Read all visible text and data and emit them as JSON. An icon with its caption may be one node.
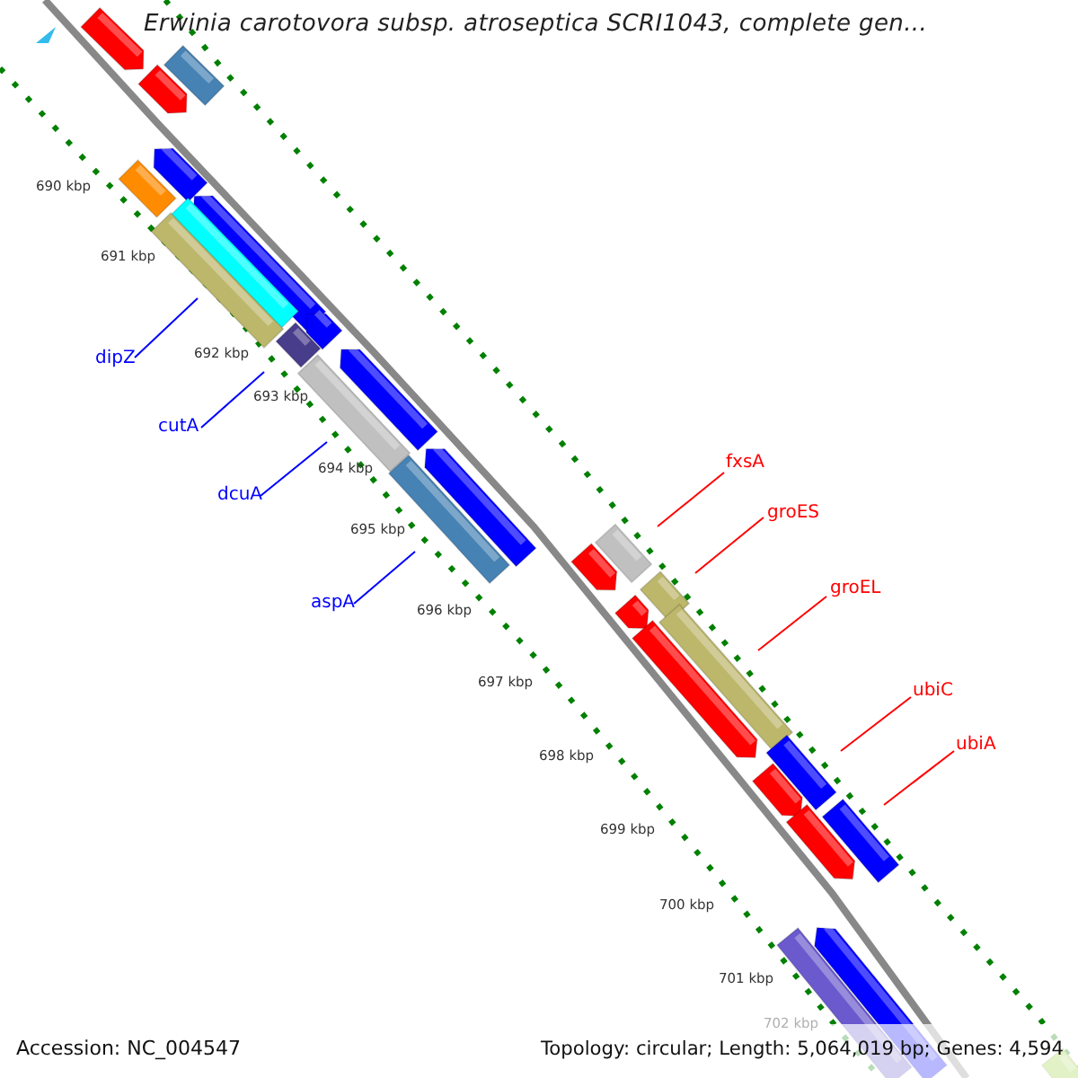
{
  "diagram": {
    "title": "Erwinia carotovora subsp. atroseptica SCRI1043, complete gen...",
    "nodes": [
      {
        "text": [
          "dipZ"
        ]
      },
      {
        "text": [
          "cutA"
        ]
      },
      {
        "text": [
          "dcuA"
        ]
      },
      {
        "text": [
          "aspA"
        ]
      },
      {
        "text": [
          "fxsA"
        ]
      },
      {
        "text": [
          "groES"
        ]
      },
      {
        "text": [
          "groEL"
        ]
      },
      {
        "text": [
          "ubiC"
        ]
      },
      {
        "text": [
          "ubiA"
        ]
      }
    ],
    "edges": [
      {
        "from": 0,
        "to": null,
        "arrow": "none",
        "color": "#0000ff"
      },
      {
        "from": 1,
        "to": null,
        "arrow": "none",
        "color": "#0000ff"
      },
      {
        "from": 2,
        "to": null,
        "arrow": "none",
        "color": "#0000ff"
      },
      {
        "from": 3,
        "to": null,
        "arrow": "none",
        "color": "#0000ff"
      },
      {
        "from": 4,
        "to": null,
        "arrow": "none"
      },
      {
        "from": 5,
        "to": null,
        "arrow": "none"
      },
      {
        "from": 6,
        "to": null,
        "arrow": "none"
      },
      {
        "from": 7,
        "to": null,
        "arrow": "none"
      },
      {
        "from": 8,
        "to": null,
        "arrow": "none"
      }
    ],
    "labels": [
      "690 kbp",
      "691 kbp",
      "692 kbp",
      "693 kbp",
      "694 kbp",
      "695 kbp",
      "696 kbp",
      "697 kbp",
      "698 kbp",
      "699 kbp",
      "700 kbp",
      "701 kbp",
      "702 kbp",
      "Accession: NC_004547",
      "Topology: circular; Length: 5,064,019 bp; Genes: 4,594"
    ]
  }
}
